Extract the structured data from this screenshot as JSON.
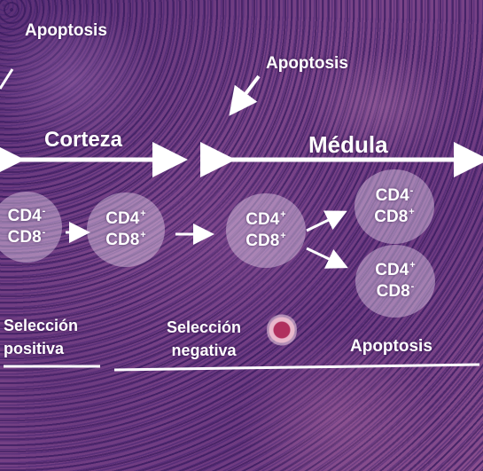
{
  "labels": {
    "apoptosis_top_left": "Apoptosis",
    "apoptosis_top_center": "Apoptosis",
    "apoptosis_bottom_right": "Apoptosis",
    "corteza": "Corteza",
    "medula": "Médula",
    "seleccion_positiva_line1": "Selección",
    "seleccion_positiva_line2": "positiva",
    "seleccion_negativa_line1": "Selección",
    "seleccion_negativa_line2": "negativa"
  },
  "cells": [
    {
      "cd4": "CD4",
      "cd4_sign": "-",
      "cd8": "CD8",
      "cd8_sign": "-"
    },
    {
      "cd4": "CD4",
      "cd4_sign": "+",
      "cd8": "CD8",
      "cd8_sign": "+"
    },
    {
      "cd4": "CD4",
      "cd4_sign": "+",
      "cd8": "CD8",
      "cd8_sign": "+"
    },
    {
      "cd4": "CD4",
      "cd4_sign": "-",
      "cd8": "CD8",
      "cd8_sign": "+"
    },
    {
      "cd4": "CD4",
      "cd4_sign": "+",
      "cd8": "CD8",
      "cd8_sign": "-"
    }
  ],
  "colors": {
    "overlay": "#ffffff",
    "cell_fill": "rgba(235,220,240,0.42)",
    "tissue": "#6a3a7e"
  }
}
